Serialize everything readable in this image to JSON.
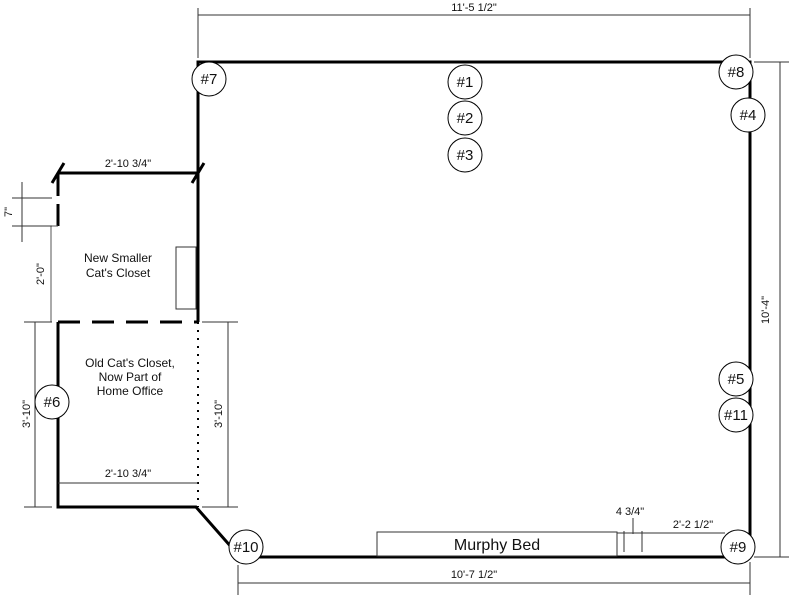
{
  "dimensions": {
    "top_width": "11'-5 1/2\"",
    "right_height": "10'-4\"",
    "bottom_width": "10'-7 1/2\"",
    "closet_top_width": "2'-10 3/4\"",
    "closet_gap": "7\"",
    "closet_depth": "2'-0\"",
    "old_closet_left_height": "3'-10\"",
    "old_closet_right_height": "3'-10\"",
    "old_closet_width": "2'-10 3/4\"",
    "bed_gap": "4 3/4\"",
    "bed_to_corner": "2'-2 1/2\""
  },
  "rooms": {
    "new_closet_line1": "New Smaller",
    "new_closet_line2": "Cat's Closet",
    "old_closet_line1": "Old Cat's Closet,",
    "old_closet_line2": "Now Part of",
    "old_closet_line3": "Home Office"
  },
  "furniture": {
    "murphy_bed": "Murphy Bed"
  },
  "markers": [
    "#7",
    "#1",
    "#2",
    "#3",
    "#8",
    "#4",
    "#5",
    "#11",
    "#6",
    "#10",
    "#9"
  ]
}
